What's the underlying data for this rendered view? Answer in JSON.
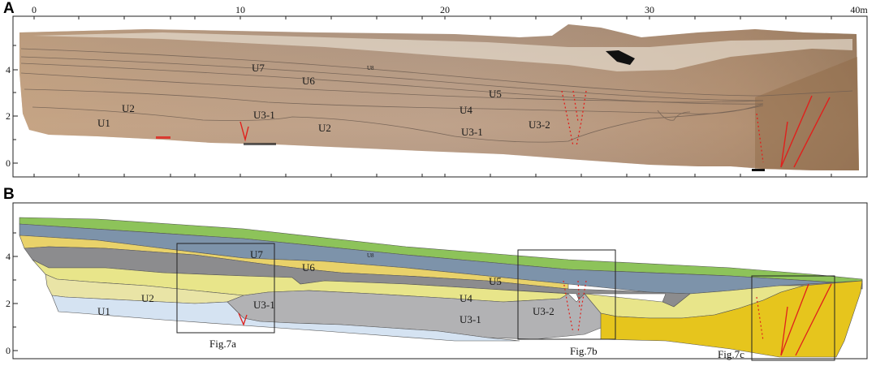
{
  "panels": {
    "a": "A",
    "b": "B"
  },
  "x_axis": {
    "ticks": [
      "0",
      "10",
      "20",
      "30",
      "40m"
    ]
  },
  "y_axis": {
    "ticks": [
      "4",
      "2",
      "0"
    ]
  },
  "photo_labels": {
    "u1": "U1",
    "u2_left": "U2",
    "u2_mid": "U2",
    "u3_1_left": "U3-1",
    "u3_1_mid": "U3-1",
    "u3_2": "U3-2",
    "u4": "U4",
    "u5": "U5",
    "u6": "U6",
    "u7": "U7",
    "u8": "U8"
  },
  "section_labels": {
    "u1": "U1",
    "u2": "U2",
    "u3_1_left": "U3-1",
    "u3_1_mid": "U3-1",
    "u3_2": "U3-2",
    "u4": "U4",
    "u5": "U5",
    "u6": "U6",
    "u7": "U7",
    "u8": "U8"
  },
  "figure_boxes": {
    "a": "Fig.7a",
    "b": "Fig.7b",
    "c": "Fig.7c"
  },
  "colors": {
    "u1": "#d5e3f2",
    "u2": "#e9e4a6",
    "u3_1": "#b2b2b4",
    "u4": "#e8e58a",
    "u5": "#8c8c8e",
    "u6": "#e9d26a",
    "u7": "#7d93aa",
    "u8": "#8dc35a",
    "bedrock": "#e6c51d",
    "fault": "#e0201c"
  }
}
